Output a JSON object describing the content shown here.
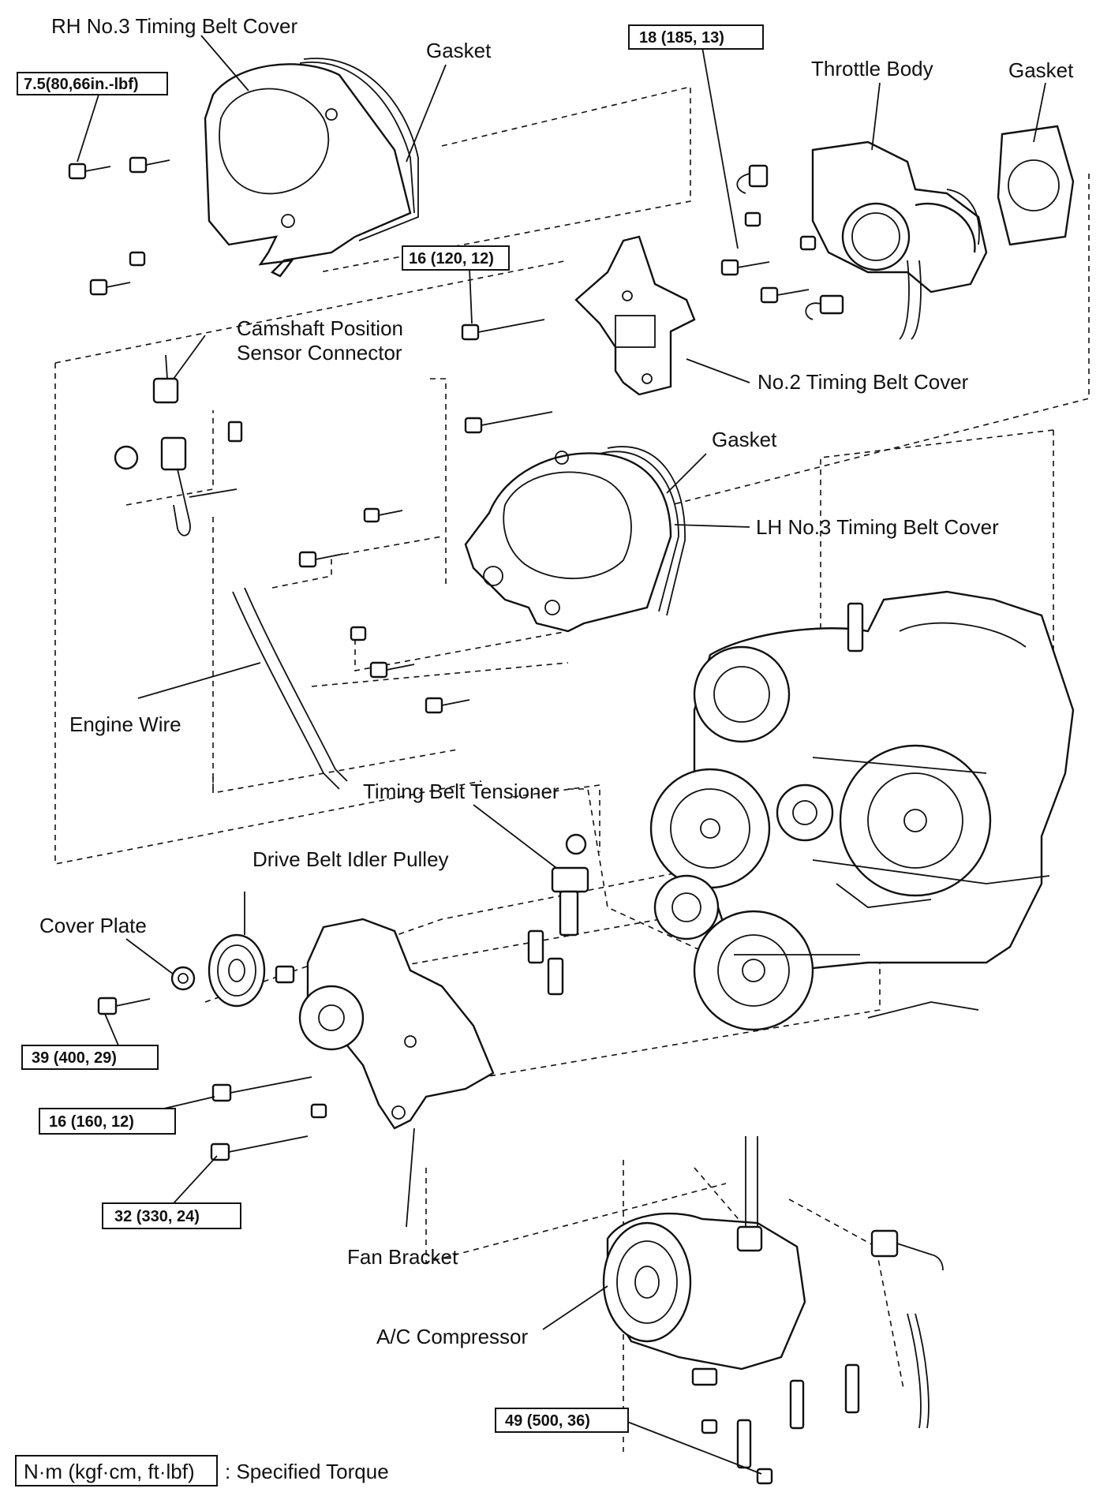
{
  "labels": {
    "rh_cover": "RH No.3 Timing Belt Cover",
    "gasket_top": "Gasket",
    "throttle_body": "Throttle Body",
    "gasket_tb": "Gasket",
    "cam_sensor_line1": "Camshaft Position",
    "cam_sensor_line2": "Sensor Connector",
    "no2_cover": "No.2 Timing Belt Cover",
    "gasket_mid": "Gasket",
    "lh_cover": "LH No.3 Timing Belt Cover",
    "engine_wire": "Engine Wire",
    "tensioner": "Timing Belt Tensioner",
    "idler": "Drive Belt Idler Pulley",
    "cover_plate": "Cover Plate",
    "fan_bracket": "Fan Bracket",
    "ac_compressor": "A/C Compressor"
  },
  "torques": {
    "t_rh_cover": "7.5(80,66in.-lbf)",
    "t_throttle": "18 (185, 13)",
    "t_no2": "16 (120, 12)",
    "t_idler": "39 (400, 29)",
    "t_bracket_a": "16 (160, 12)",
    "t_bracket_b": "32 (330, 24)",
    "t_ac": "49 (500, 36)"
  },
  "legend": {
    "unit": "N·m (kgf·cm, ft·lbf)",
    "meaning": ": Specified Torque"
  }
}
